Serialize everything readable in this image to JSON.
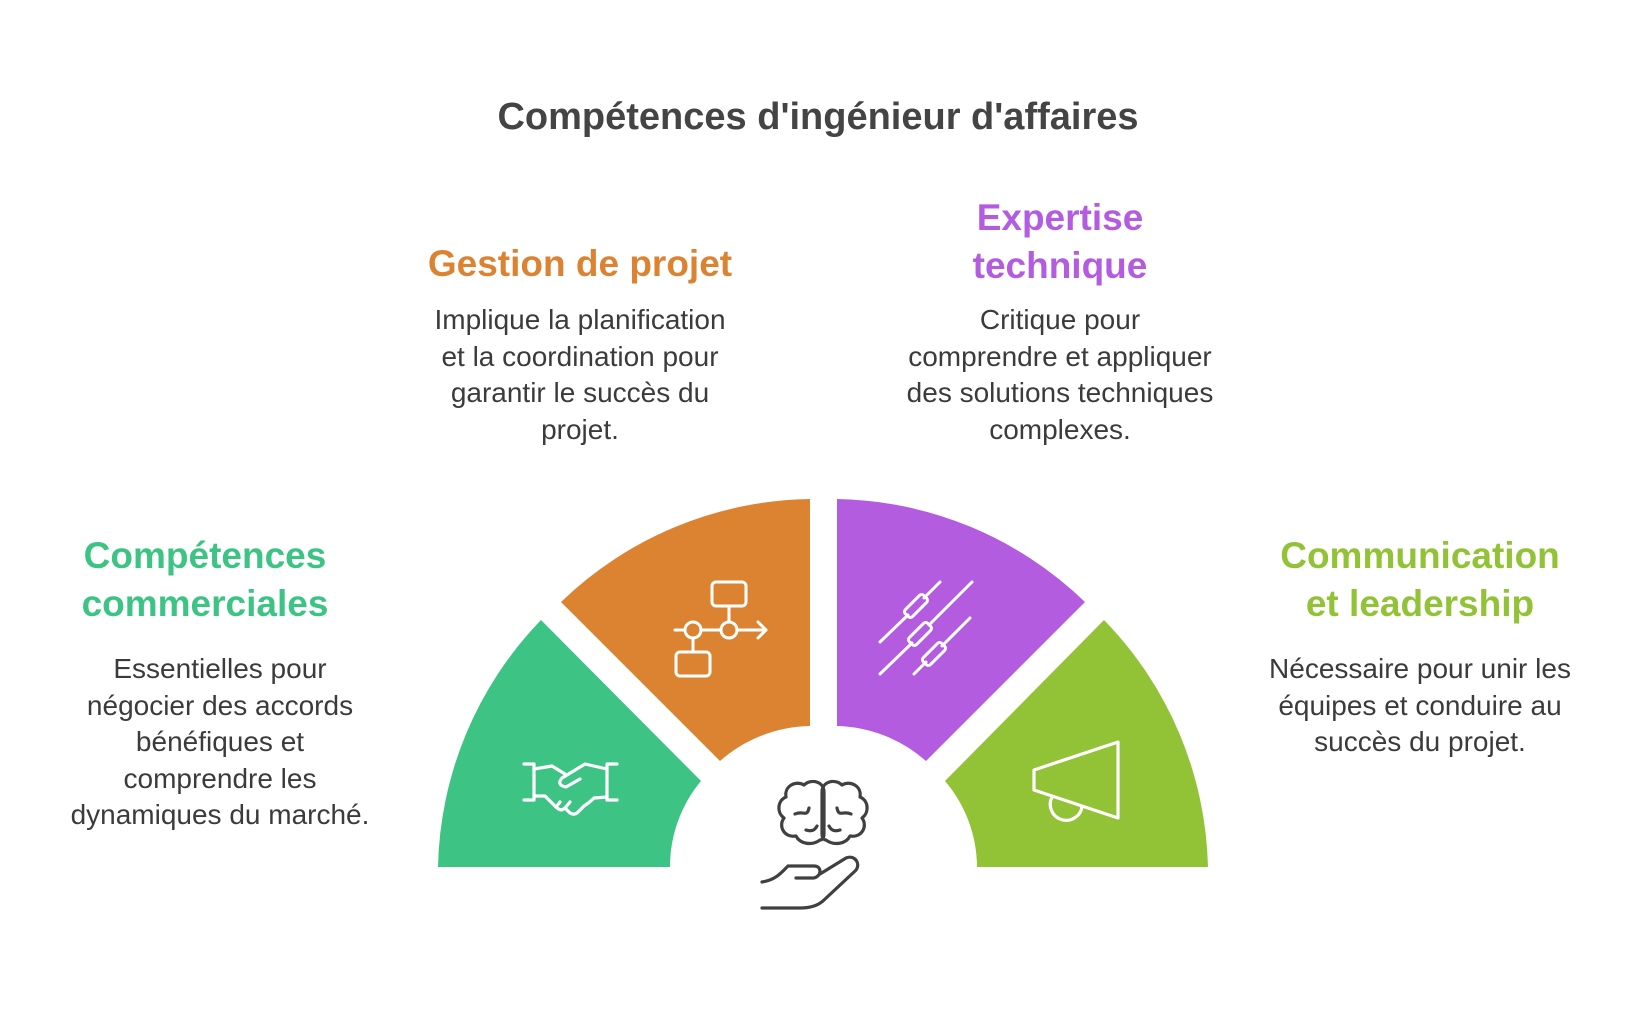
{
  "title": "Compétences d'ingénieur d'affaires",
  "colors": {
    "commercial": "#3dc484",
    "projet": "#dc8332",
    "technique": "#b35ce0",
    "communication": "#92c236",
    "text": "#3b3b3b",
    "icon": "#ffffff",
    "center_icon": "#404040"
  },
  "sections": {
    "commercial": {
      "heading_1": "Compétences",
      "heading_2": "commerciales",
      "desc_1": "Essentielles pour",
      "desc_2": "négocier des accords",
      "desc_3": "bénéfiques et",
      "desc_4": "comprendre les",
      "desc_5": "dynamiques du marché.",
      "icon": "handshake-icon"
    },
    "projet": {
      "heading_1": "Gestion de projet",
      "desc_1": "Implique la planification",
      "desc_2": "et la coordination pour",
      "desc_3": "garantir le succès du",
      "desc_4": "projet.",
      "icon": "flowchart-icon"
    },
    "technique": {
      "heading_1": "Expertise",
      "heading_2": "technique",
      "desc_1": "Critique pour",
      "desc_2": "comprendre et appliquer",
      "desc_3": "des solutions techniques",
      "desc_4": "complexes.",
      "icon": "resistors-icon"
    },
    "communication": {
      "heading_1": "Communication",
      "heading_2": "et leadership",
      "desc_1": "Nécessaire pour unir les",
      "desc_2": "équipes et conduire au",
      "desc_3": "succès du projet.",
      "icon": "megaphone-icon"
    }
  },
  "center_icon": "brain-in-hand-icon"
}
